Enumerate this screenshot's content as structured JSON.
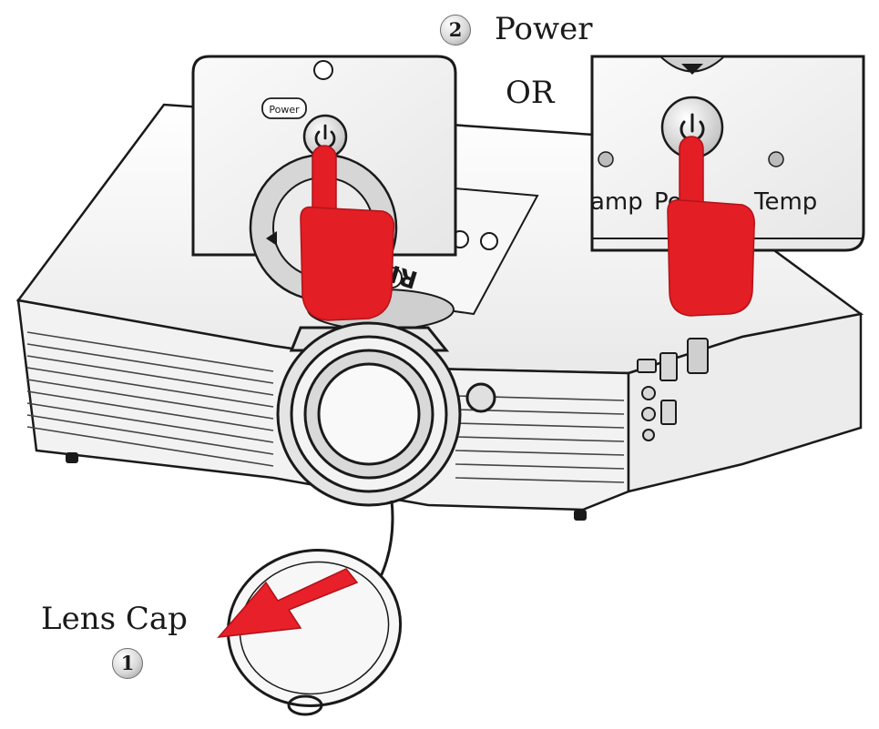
{
  "step2": {
    "number": "2",
    "label": "Power"
  },
  "alternative": "OR",
  "step1": {
    "number": "1",
    "label": "Lens Cap"
  },
  "remote_panel": {
    "power_label": "Power"
  },
  "projector_panel": {
    "left_label": "amp",
    "middle_label": "Po  r",
    "right_label": "Temp"
  },
  "brand_text": "RICO",
  "colors": {
    "hand": "#e31e24",
    "arrow": "#e8202a",
    "outline": "#1a1a1a",
    "panel": "#f4f4f4"
  },
  "icons": [
    "power-icon",
    "pointing-hand-icon",
    "pull-arrow-icon"
  ]
}
